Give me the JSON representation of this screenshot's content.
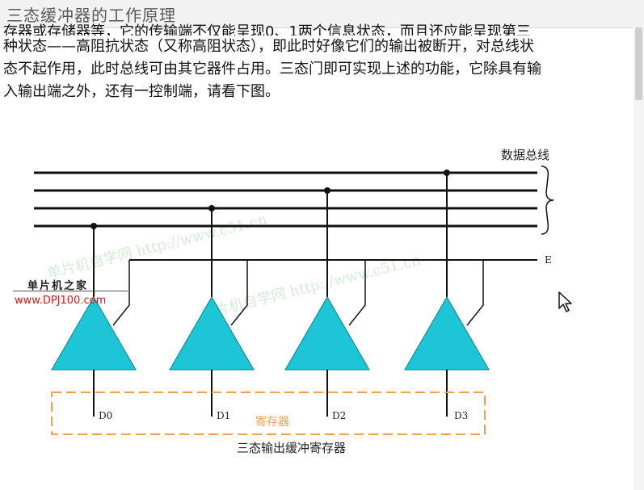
{
  "page": {
    "title": "三态缓冲器的工作原理"
  },
  "paragraph": {
    "lines": [
      "存器或存储器等，它的传输端不仅能呈现0、1两个信息状态，而且还应能呈现第三",
      "种状态——高阻抗状态（又称高阻状态），即此时好像它们的输出被断开，对总线状",
      "态不起作用，此时总线可由其它器件占用。三态门即可实现上述的功能，它除具有输",
      "入输出端之外，还有一控制端，请看下图。"
    ]
  },
  "diagram": {
    "bus_label": "数据总线",
    "enable_label": "E",
    "inputs": [
      "D0",
      "D1",
      "D2",
      "D3"
    ],
    "register_label": "寄存器",
    "caption": "三态输出缓冲寄存器",
    "watermark_text_1": "单片机自学网 http://www.c51.cn",
    "watermark_text_2": "单片机自学网 http://www.c51.cn",
    "logo_name": "单片机之家",
    "logo_url": "www.DPJ100.com",
    "colors": {
      "buffer_fill": "#1cc6d6",
      "line": "#111111",
      "register_border": "#f0a050",
      "logo_url": "#d81818"
    }
  },
  "cursor": {
    "icon": "mouse-pointer-icon"
  }
}
